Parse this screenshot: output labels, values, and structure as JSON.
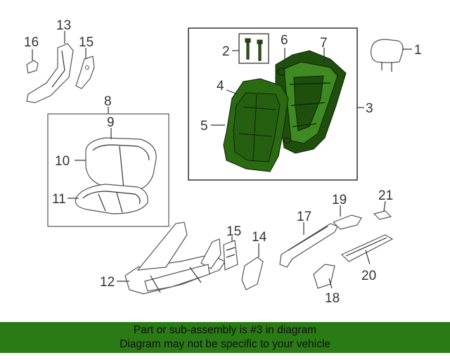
{
  "callouts": {
    "c1": "1",
    "c2": "2",
    "c3": "3",
    "c4": "4",
    "c5": "5",
    "c6": "6",
    "c7": "7",
    "c8": "8",
    "c9": "9",
    "c10": "10",
    "c11": "11",
    "c12": "12",
    "c13": "13",
    "c14": "14",
    "c15a": "15",
    "c15b": "15",
    "c16": "16",
    "c17": "17",
    "c18": "18",
    "c19": "19",
    "c20": "20",
    "c21": "21"
  },
  "banner": {
    "line1": "Part or sub-assembly is #3 in diagram",
    "line2": "Diagram may not be specific to your vehicle"
  },
  "colors": {
    "highlight": "#2a6b12",
    "banner": "#2a7a15"
  }
}
